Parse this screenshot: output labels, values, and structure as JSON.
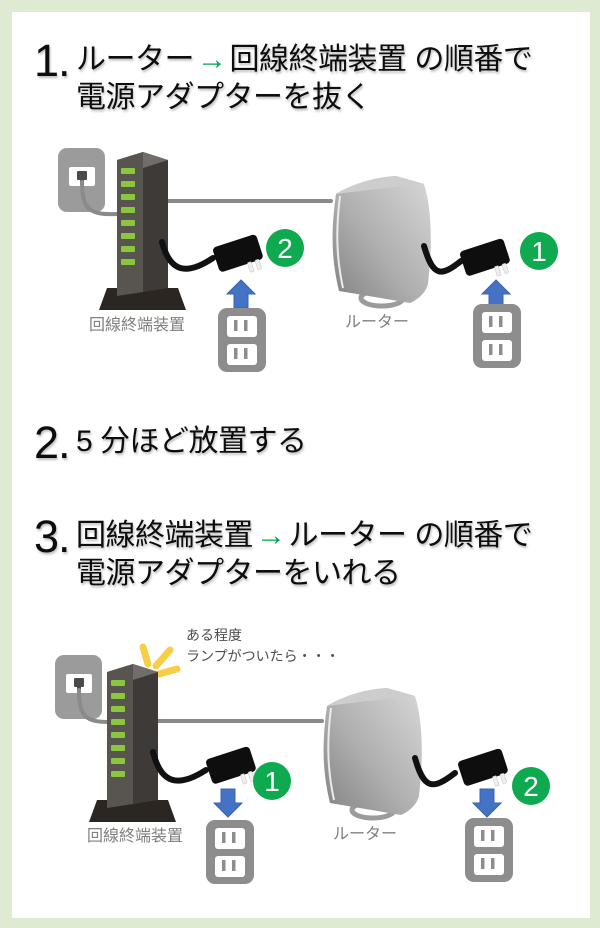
{
  "steps": [
    {
      "num": "1.",
      "line1_pre": "ルーター",
      "arrow": "→",
      "line1_post": "回線終端装置 の順番で",
      "line2": "電源アダプターを抜く"
    },
    {
      "num": "2.",
      "line1": "5 分ほど放置する"
    },
    {
      "num": "3.",
      "line1_pre": "回線終端装置",
      "arrow": "→",
      "line1_post": "ルーター の順番で",
      "line2": "電源アダプターをいれる"
    }
  ],
  "diagram1": {
    "onu_label": "回線終端装置",
    "router_label": "ルーター",
    "onu_badge": "2",
    "router_badge": "1"
  },
  "diagram2": {
    "note_line1": "ある程度",
    "note_line2": "ランプがついたら・・・",
    "onu_label": "回線終端装置",
    "router_label": "ルーター",
    "onu_badge": "1",
    "router_badge": "2"
  },
  "colors": {
    "accent_green": "#00A44D",
    "badge_green": "#0FAA4F",
    "arrow_blue": "#4472C4",
    "led_green": "#8BC63F",
    "frame_green": "#DFEAD3"
  }
}
